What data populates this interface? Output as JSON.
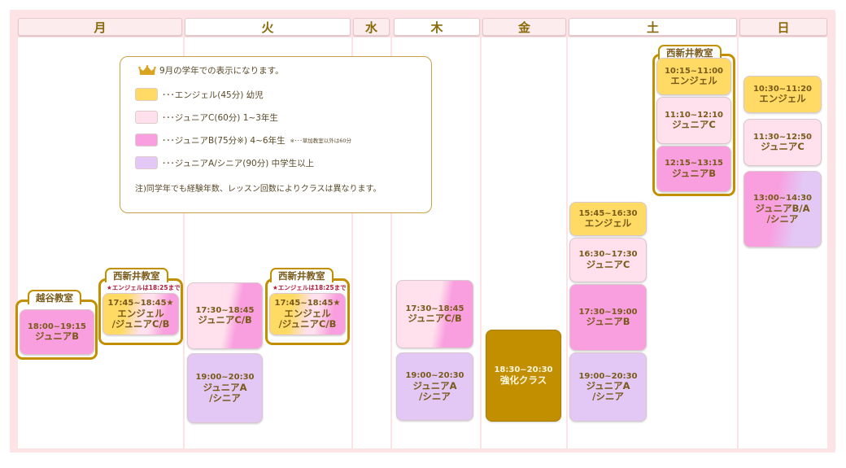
{
  "days": [
    "月",
    "火",
    "水",
    "木",
    "金",
    "土",
    "日"
  ],
  "legend": {
    "header": "9月の学年での表示になります。",
    "items": [
      {
        "label": "･･･エンジェル(45分) 幼児",
        "color": "#ffdb66"
      },
      {
        "label": "･･･ジュニアC(60分) 1~3年生",
        "color": "#ffe0ec"
      },
      {
        "label": "･･･ジュニアB(75分※) 4~6年生",
        "note": "※･･･草加教室以外は60分",
        "color": "#f99ede"
      },
      {
        "label": "･･･ジュニアA/シニア(90分) 中学生以上",
        "color": "#e3c8f6"
      }
    ],
    "footnote": "注)同学年でも経験年数、レッスン回数によりクラスは異なります。"
  },
  "locations": {
    "koshigaya": "越谷教室",
    "nishiarai": "西新井教室"
  },
  "notes": {
    "angel_until": "★エンジェルは18:25まで"
  },
  "sessions": {
    "mon_koshigaya": {
      "time": "18:00~19:15",
      "name": "ジュニアB"
    },
    "mon_nishiarai": {
      "time": "17:45~18:45★",
      "name": "エンジェル\n/ジュニアC/B"
    },
    "tue_1": {
      "time": "17:30~18:45",
      "name": "ジュニアC/B"
    },
    "tue_2": {
      "time": "19:00~20:30",
      "name": "ジュニアA\n/シニア"
    },
    "wed_nishiarai": {
      "time": "17:45~18:45★",
      "name": "エンジェル\n/ジュニアC/B"
    },
    "thu_1": {
      "time": "17:30~18:45",
      "name": "ジュニアC/B"
    },
    "thu_2": {
      "time": "19:00~20:30",
      "name": "ジュニアA\n/シニア"
    },
    "fri_1": {
      "time": "18:30~20:30",
      "name": "強化クラス"
    },
    "sat_1": {
      "time": "15:45~16:30",
      "name": "エンジェル"
    },
    "sat_2": {
      "time": "16:30~17:30",
      "name": "ジュニアC"
    },
    "sat_3": {
      "time": "17:30~19:00",
      "name": "ジュニアB"
    },
    "sat_4": {
      "time": "19:00~20:30",
      "name": "ジュニアA\n/シニア"
    },
    "sat_n1": {
      "time": "10:15~11:00",
      "name": "エンジェル"
    },
    "sat_n2": {
      "time": "11:10~12:10",
      "name": "ジュニアC"
    },
    "sat_n3": {
      "time": "12:15~13:15",
      "name": "ジュニアB"
    },
    "sun_1": {
      "time": "10:30~11:20",
      "name": "エンジェル"
    },
    "sun_2": {
      "time": "11:30~12:50",
      "name": "ジュニアC"
    },
    "sun_3": {
      "time": "13:00~14:30",
      "name": "ジュニアB/A\n/シニア"
    }
  }
}
